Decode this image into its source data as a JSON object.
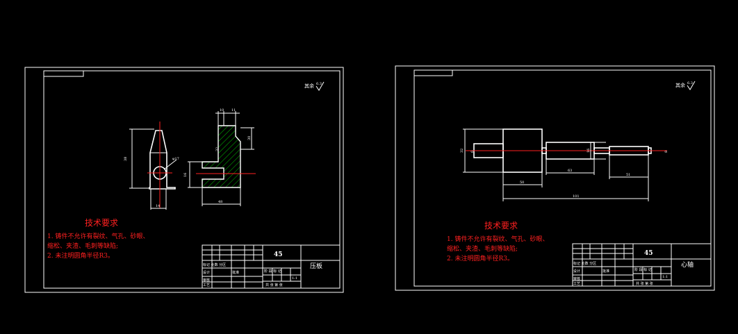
{
  "sheets": [
    {
      "id": "left",
      "tech_title": "技术要求",
      "tech_lines": [
        "1. 铸件不允许有裂纹、气孔、砂眼、",
        "缩松、夹渣、毛刺等缺陷;",
        "2. 未注明圆角半径R3。"
      ],
      "material": "45",
      "part_name": "压板",
      "roughness_note": "其余",
      "roughness_value": "6.3",
      "dims": {
        "d_phi": "φ17",
        "d_height": "38",
        "d_width": "14",
        "d_10": "10",
        "d_11": "11",
        "d_32": "32",
        "d_16": "16",
        "d_30": "30",
        "d_48": "48"
      }
    },
    {
      "id": "right",
      "tech_title": "技术要求",
      "tech_lines": [
        "1. 铸件不允许有裂纹、气孔、砂眼、",
        "缩松、夹渣、毛刺等缺陷;",
        "2. 未注明圆角半径R3。"
      ],
      "material": "45",
      "part_name": "心轴",
      "roughness_note": "其余",
      "roughness_value": "6.3",
      "dims": {
        "d_dia_big": "32",
        "d_dia_left": "6",
        "d_dia_mid": "16",
        "d_dia_right": "8",
        "d_50": "50",
        "d_63": "63",
        "d_51": "51",
        "d_total": "101"
      }
    }
  ],
  "title_block": {
    "row_label_1": "标记 处数 分区",
    "row_label_2": "设计",
    "row_label_3": "审核",
    "row_label_4": "工艺",
    "row_label_5": "批准",
    "stage_label": "阶 段 标 记",
    "weight_label": "重量",
    "scale_label": "比例",
    "sheet_label": "共 张 第 张",
    "scale_value": "1:1"
  },
  "colors": {
    "background": "#000000",
    "line": "#ffffff",
    "center": "#ff2020",
    "hatch": "#00c000",
    "text_red": "#ff2020"
  }
}
